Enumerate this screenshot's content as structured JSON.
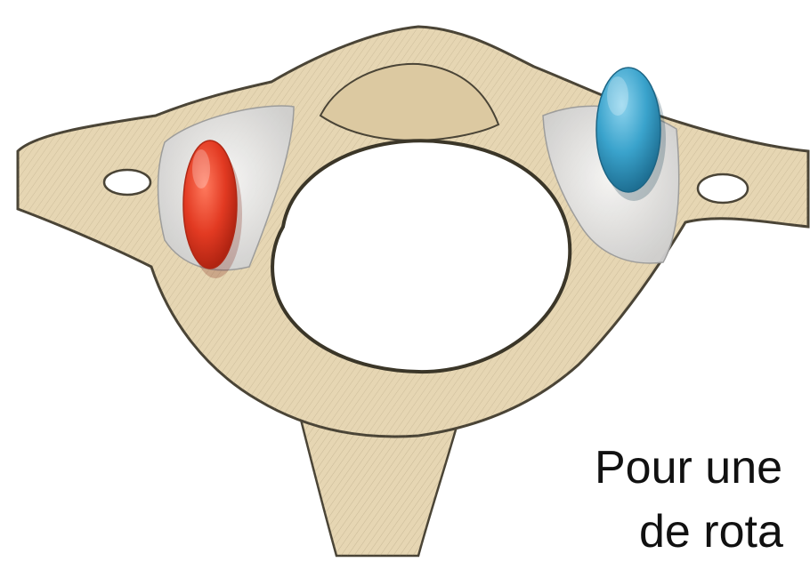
{
  "caption": {
    "line1": "Pour une",
    "line2": "de rota"
  },
  "colors": {
    "bone_fill": "#e6d6b3",
    "bone_shade": "#cbb58a",
    "bone_stroke": "#4a4436",
    "facet_gray": "#e3e3e3",
    "marker_left": "#e23a22",
    "marker_right": "#3aa3cc",
    "text": "#111111"
  },
  "icons": {
    "vertebra": "atlas-vertebra-illustration",
    "left_marker": "red-oval-marker",
    "right_marker": "blue-oval-marker"
  }
}
